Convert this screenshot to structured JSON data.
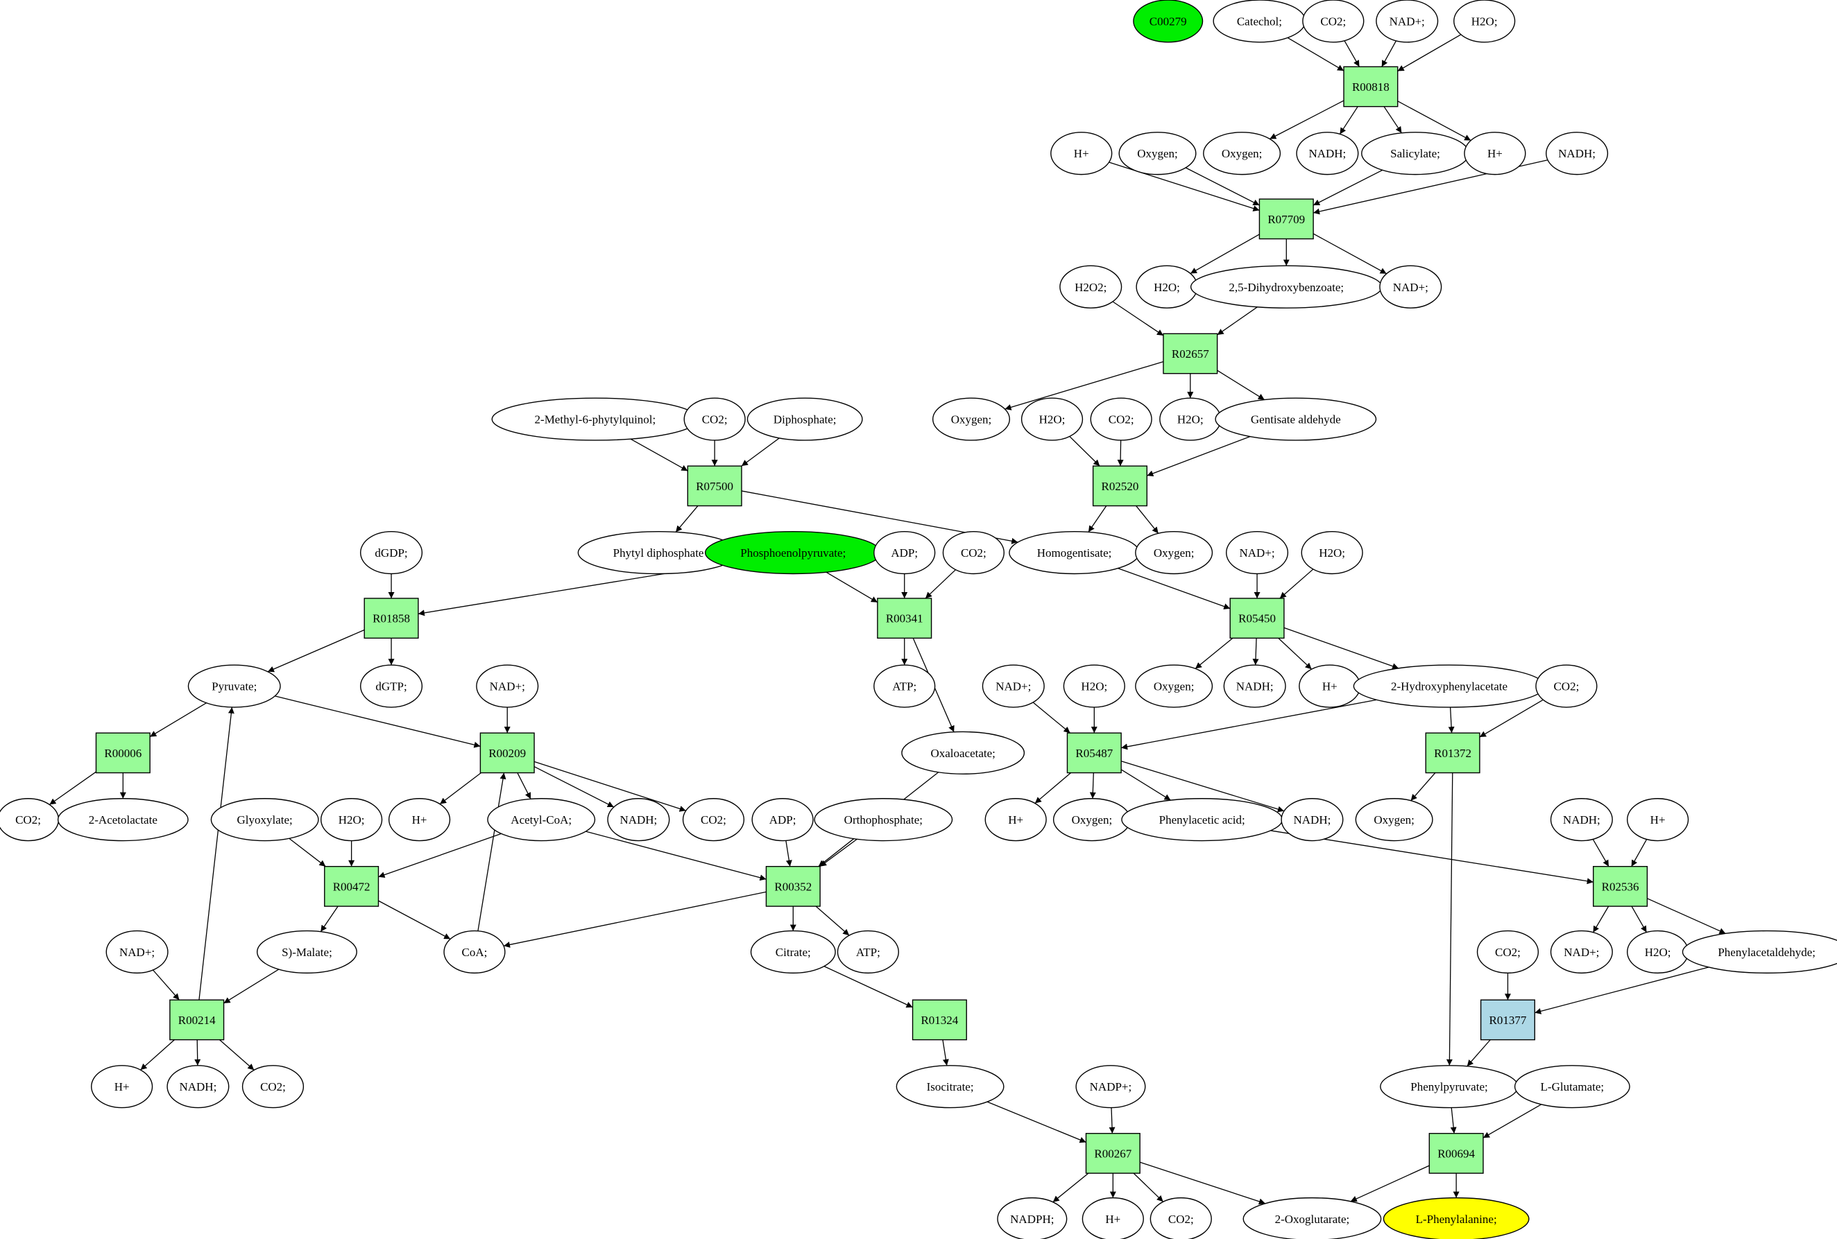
{
  "colors": {
    "reaction_fill": "#98fb98",
    "reaction_special_fill": "#add8e6",
    "source_fill": "#00ee00",
    "target_fill": "#ffff00",
    "metabolite_fill": "#ffffff",
    "stroke": "#000000"
  },
  "reactions": [
    {
      "id": "R00818",
      "label": "R00818"
    },
    {
      "id": "R07709",
      "label": "R07709"
    },
    {
      "id": "R02657",
      "label": "R02657"
    },
    {
      "id": "R07500",
      "label": "R07500"
    },
    {
      "id": "R02520",
      "label": "R02520"
    },
    {
      "id": "R01858",
      "label": "R01858"
    },
    {
      "id": "R00341",
      "label": "R00341"
    },
    {
      "id": "R05450",
      "label": "R05450"
    },
    {
      "id": "R00006",
      "label": "R00006"
    },
    {
      "id": "R00209",
      "label": "R00209"
    },
    {
      "id": "R05487",
      "label": "R05487"
    },
    {
      "id": "R01372",
      "label": "R01372"
    },
    {
      "id": "R00472",
      "label": "R00472"
    },
    {
      "id": "R00352",
      "label": "R00352"
    },
    {
      "id": "R02536",
      "label": "R02536"
    },
    {
      "id": "R00214",
      "label": "R00214"
    },
    {
      "id": "R01324",
      "label": "R01324"
    },
    {
      "id": "R01377",
      "label": "R01377",
      "special": true
    },
    {
      "id": "R00267",
      "label": "R00267"
    },
    {
      "id": "R00694",
      "label": "R00694"
    }
  ],
  "metabolites": [
    {
      "id": "c00279",
      "label": "C00279",
      "kind": "source"
    },
    {
      "id": "catechol",
      "label": "Catechol;"
    },
    {
      "id": "co2_1",
      "label": "CO2;"
    },
    {
      "id": "nad_1",
      "label": "NAD+;"
    },
    {
      "id": "h2o_1",
      "label": "H2O;"
    },
    {
      "id": "h_1",
      "label": "H+"
    },
    {
      "id": "oxygen_1",
      "label": "Oxygen;"
    },
    {
      "id": "oxygen_2",
      "label": "Oxygen;"
    },
    {
      "id": "nadh_1",
      "label": "NADH;"
    },
    {
      "id": "salicylate",
      "label": "Salicylate;"
    },
    {
      "id": "h_2",
      "label": "H+"
    },
    {
      "id": "nadh_2",
      "label": "NADH;"
    },
    {
      "id": "h2o2",
      "label": "H2O2;"
    },
    {
      "id": "h2o_2",
      "label": "H2O;"
    },
    {
      "id": "dhb",
      "label": "2,5-Dihydroxybenzoate;"
    },
    {
      "id": "nad_2",
      "label": "NAD+;"
    },
    {
      "id": "methylphytyl",
      "label": "2-Methyl-6-phytylquinol;"
    },
    {
      "id": "co2_2",
      "label": "CO2;"
    },
    {
      "id": "diphosphate",
      "label": "Diphosphate;"
    },
    {
      "id": "oxygen_3",
      "label": "Oxygen;"
    },
    {
      "id": "h2o_3",
      "label": "H2O;"
    },
    {
      "id": "co2_3",
      "label": "CO2;"
    },
    {
      "id": "h2o_4",
      "label": "H2O;"
    },
    {
      "id": "gentisate",
      "label": "Gentisate aldehyde"
    },
    {
      "id": "phytyl",
      "label": "Phytyl diphosphate"
    },
    {
      "id": "pep",
      "label": "Phosphoenolpyruvate;",
      "kind": "source"
    },
    {
      "id": "homogentisate",
      "label": "Homogentisate;"
    },
    {
      "id": "oxygen_4",
      "label": "Oxygen;"
    },
    {
      "id": "dgdp",
      "label": "dGDP;"
    },
    {
      "id": "adp_1",
      "label": "ADP;"
    },
    {
      "id": "co2_4",
      "label": "CO2;"
    },
    {
      "id": "nad_3",
      "label": "NAD+;"
    },
    {
      "id": "h2o_5",
      "label": "H2O;"
    },
    {
      "id": "pyruvate",
      "label": "Pyruvate;"
    },
    {
      "id": "dgtp",
      "label": "dGTP;"
    },
    {
      "id": "atp_1",
      "label": "ATP;"
    },
    {
      "id": "nad_4",
      "label": "NAD+;"
    },
    {
      "id": "oxygen_5",
      "label": "Oxygen;"
    },
    {
      "id": "nadh_3",
      "label": "NADH;"
    },
    {
      "id": "h_3",
      "label": "H+"
    },
    {
      "id": "hpa",
      "label": "2-Hydroxyphenylacetate"
    },
    {
      "id": "nad_5",
      "label": "NAD+;"
    },
    {
      "id": "h2o_6",
      "label": "H2O;"
    },
    {
      "id": "co2_5",
      "label": "CO2;"
    },
    {
      "id": "oxaloacetate",
      "label": "Oxaloacetate;"
    },
    {
      "id": "co2_6",
      "label": "CO2;"
    },
    {
      "id": "acetolactate",
      "label": "2-Acetolactate"
    },
    {
      "id": "h_4",
      "label": "H+"
    },
    {
      "id": "acetylcoa",
      "label": "Acetyl-CoA;"
    },
    {
      "id": "nadh_4",
      "label": "NADH;"
    },
    {
      "id": "co2_7",
      "label": "CO2;"
    },
    {
      "id": "glyoxylate",
      "label": "Glyoxylate;"
    },
    {
      "id": "h2o_7",
      "label": "H2O;"
    },
    {
      "id": "adp_2",
      "label": "ADP;"
    },
    {
      "id": "orthophosphate",
      "label": "Orthophosphate;"
    },
    {
      "id": "h_5",
      "label": "H+"
    },
    {
      "id": "oxygen_6",
      "label": "Oxygen;"
    },
    {
      "id": "phenylacetic",
      "label": "Phenylacetic acid;"
    },
    {
      "id": "nadh_5",
      "label": "NADH;"
    },
    {
      "id": "oxygen_7",
      "label": "Oxygen;"
    },
    {
      "id": "nadh_6",
      "label": "NADH;"
    },
    {
      "id": "h_6",
      "label": "H+"
    },
    {
      "id": "nad_6",
      "label": "NAD+;"
    },
    {
      "id": "malate",
      "label": "S)-Malate;"
    },
    {
      "id": "coa",
      "label": "CoA;"
    },
    {
      "id": "citrate",
      "label": "Citrate;"
    },
    {
      "id": "atp_2",
      "label": "ATP;"
    },
    {
      "id": "nad_7",
      "label": "NAD+;"
    },
    {
      "id": "h2o_8",
      "label": "H2O;"
    },
    {
      "id": "phenylacetaldehyde",
      "label": "Phenylacetaldehyde;"
    },
    {
      "id": "co2_8",
      "label": "CO2;"
    },
    {
      "id": "h_7",
      "label": "H+"
    },
    {
      "id": "nadh_7",
      "label": "NADH;"
    },
    {
      "id": "co2_9",
      "label": "CO2;"
    },
    {
      "id": "isocitrate",
      "label": "Isocitrate;"
    },
    {
      "id": "nadp",
      "label": "NADP+;"
    },
    {
      "id": "phenylpyruvate",
      "label": "Phenylpyruvate;"
    },
    {
      "id": "glutamate",
      "label": "L-Glutamate;"
    },
    {
      "id": "nadph",
      "label": "NADPH;"
    },
    {
      "id": "h_8",
      "label": "H+"
    },
    {
      "id": "co2_10",
      "label": "CO2;"
    },
    {
      "id": "oxoglutarate",
      "label": "2-Oxoglutarate;"
    },
    {
      "id": "phenylalanine",
      "label": "L-Phenylalanine;",
      "kind": "target"
    }
  ],
  "edges": [
    [
      "catechol",
      "R00818"
    ],
    [
      "co2_1",
      "R00818"
    ],
    [
      "nad_1",
      "R00818"
    ],
    [
      "h2o_1",
      "R00818"
    ],
    [
      "R00818",
      "oxygen_2"
    ],
    [
      "R00818",
      "nadh_1"
    ],
    [
      "R00818",
      "salicylate"
    ],
    [
      "R00818",
      "h_2"
    ],
    [
      "h_1",
      "R07709"
    ],
    [
      "oxygen_1",
      "R07709"
    ],
    [
      "salicylate",
      "R07709"
    ],
    [
      "nadh_2",
      "R07709"
    ],
    [
      "R07709",
      "h2o_2"
    ],
    [
      "R07709",
      "dhb"
    ],
    [
      "R07709",
      "nad_2"
    ],
    [
      "h2o2",
      "R02657"
    ],
    [
      "dhb",
      "R02657"
    ],
    [
      "R02657",
      "oxygen_3"
    ],
    [
      "R02657",
      "h2o_4"
    ],
    [
      "R02657",
      "gentisate"
    ],
    [
      "h2o_3",
      "R02520"
    ],
    [
      "co2_3",
      "R02520"
    ],
    [
      "gentisate",
      "R02520"
    ],
    [
      "R02520",
      "homogentisate"
    ],
    [
      "R02520",
      "oxygen_4"
    ],
    [
      "methylphytyl",
      "R07500"
    ],
    [
      "co2_2",
      "R07500"
    ],
    [
      "diphosphate",
      "R07500"
    ],
    [
      "R07500",
      "phytyl"
    ],
    [
      "R07500",
      "homogentisate"
    ],
    [
      "dgdp",
      "R01858"
    ],
    [
      "pep",
      "R01858"
    ],
    [
      "R01858",
      "pyruvate"
    ],
    [
      "R01858",
      "dgtp"
    ],
    [
      "pep",
      "R00341"
    ],
    [
      "adp_1",
      "R00341"
    ],
    [
      "co2_4",
      "R00341"
    ],
    [
      "R00341",
      "atp_1"
    ],
    [
      "R00341",
      "oxaloacetate"
    ],
    [
      "homogentisate",
      "R05450"
    ],
    [
      "nad_3",
      "R05450"
    ],
    [
      "h2o_5",
      "R05450"
    ],
    [
      "R05450",
      "oxygen_5"
    ],
    [
      "R05450",
      "nadh_3"
    ],
    [
      "R05450",
      "h_3"
    ],
    [
      "R05450",
      "hpa"
    ],
    [
      "pyruvate",
      "R00006"
    ],
    [
      "R00006",
      "co2_6"
    ],
    [
      "R00006",
      "acetolactate"
    ],
    [
      "pyruvate",
      "R00209"
    ],
    [
      "nad_4",
      "R00209"
    ],
    [
      "coa",
      "R00209"
    ],
    [
      "R00209",
      "h_4"
    ],
    [
      "R00209",
      "acetylcoa"
    ],
    [
      "R00209",
      "nadh_4"
    ],
    [
      "R00209",
      "co2_7"
    ],
    [
      "nad_5",
      "R05487"
    ],
    [
      "h2o_6",
      "R05487"
    ],
    [
      "hpa",
      "R05487"
    ],
    [
      "R05487",
      "h_5"
    ],
    [
      "R05487",
      "oxygen_6"
    ],
    [
      "R05487",
      "phenylacetic"
    ],
    [
      "R05487",
      "nadh_5"
    ],
    [
      "hpa",
      "R01372"
    ],
    [
      "co2_5",
      "R01372"
    ],
    [
      "R01372",
      "oxygen_7"
    ],
    [
      "R01372",
      "phenylpyruvate"
    ],
    [
      "glyoxylate",
      "R00472"
    ],
    [
      "h2o_7",
      "R00472"
    ],
    [
      "acetylcoa",
      "R00472"
    ],
    [
      "R00472",
      "malate"
    ],
    [
      "R00472",
      "coa"
    ],
    [
      "adp_2",
      "R00352"
    ],
    [
      "orthophosphate",
      "R00352"
    ],
    [
      "oxaloacetate",
      "R00352"
    ],
    [
      "acetylcoa",
      "R00352"
    ],
    [
      "R00352",
      "citrate"
    ],
    [
      "R00352",
      "atp_2"
    ],
    [
      "R00352",
      "coa"
    ],
    [
      "phenylacetic",
      "R02536"
    ],
    [
      "nadh_6",
      "R02536"
    ],
    [
      "h_6",
      "R02536"
    ],
    [
      "R02536",
      "nad_6"
    ],
    [
      "R02536",
      "h2o_8"
    ],
    [
      "R02536",
      "phenylacetaldehyde"
    ],
    [
      "nad_7",
      "R00214"
    ],
    [
      "malate",
      "R00214"
    ],
    [
      "R00214",
      "pyruvate"
    ],
    [
      "R00214",
      "h_7"
    ],
    [
      "R00214",
      "nadh_7"
    ],
    [
      "R00214",
      "co2_9"
    ],
    [
      "citrate",
      "R01324"
    ],
    [
      "R01324",
      "isocitrate"
    ],
    [
      "co2_8",
      "R01377"
    ],
    [
      "phenylacetaldehyde",
      "R01377"
    ],
    [
      "R01377",
      "phenylpyruvate"
    ],
    [
      "isocitrate",
      "R00267"
    ],
    [
      "nadp",
      "R00267"
    ],
    [
      "R00267",
      "nadph"
    ],
    [
      "R00267",
      "h_8"
    ],
    [
      "R00267",
      "co2_10"
    ],
    [
      "R00267",
      "oxoglutarate"
    ],
    [
      "phenylpyruvate",
      "R00694"
    ],
    [
      "glutamate",
      "R00694"
    ],
    [
      "R00694",
      "oxoglutarate"
    ],
    [
      "R00694",
      "phenylalanine"
    ]
  ]
}
